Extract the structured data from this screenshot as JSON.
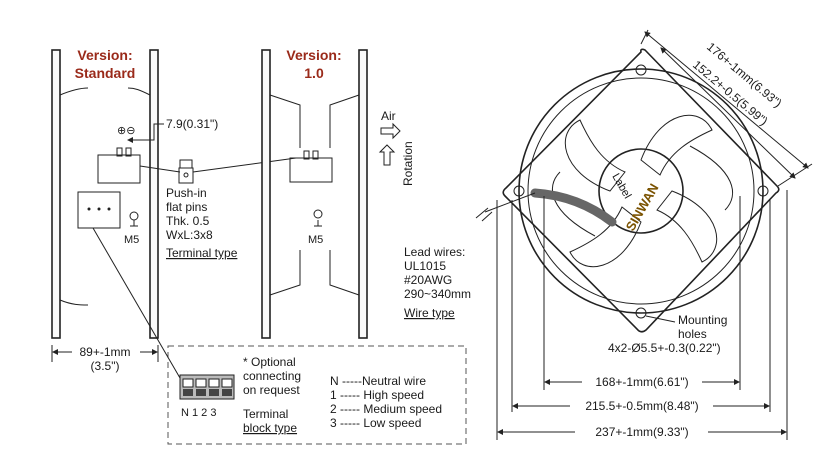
{
  "versions": {
    "standard_title": [
      "Version:",
      "Standard"
    ],
    "v1_title": [
      "Version:",
      "1.0"
    ]
  },
  "terminal": {
    "pin_dim": "7.9(0.31\")",
    "symbols": "⊕⊖",
    "desc": [
      "Push-in",
      "flat pins",
      "Thk. 0.5",
      "WxL:3x8"
    ],
    "title": "Terminal type",
    "ground_std": "M5",
    "ground_v1": "M5"
  },
  "airflow": {
    "air": "Air",
    "rotation": "Rotation"
  },
  "depth_dim": [
    "89+-1mm",
    "(3.5\")"
  ],
  "terminal_block": {
    "pins": "N 1 2 3",
    "note": [
      "* Optional",
      "connecting",
      "on request"
    ],
    "title": [
      "Terminal",
      "block type"
    ],
    "legend": [
      "N -----Neutral wire",
      "1 ----- High speed",
      "2 ----- Medium speed",
      "3 ----- Low speed"
    ]
  },
  "wire": {
    "lines": [
      "Lead wires:",
      "UL1015",
      "#20AWG",
      "290~340mm"
    ],
    "title": "Wire type"
  },
  "mounting": {
    "lines": [
      "Mounting",
      "holes",
      "4x2-Ø5.5+-0.3(0.22\")"
    ]
  },
  "fan": {
    "label": "Label",
    "brand": "SINWAN",
    "diag1": "176+-1mm(6.93\")",
    "diag2": "152.2+-0.5(5.99\")"
  },
  "bottom_dims": {
    "d1": "168+-1mm(6.61\")",
    "d2": "215.5+-0.5mm(8.48\")",
    "d3": "237+-1mm(9.33\")"
  }
}
